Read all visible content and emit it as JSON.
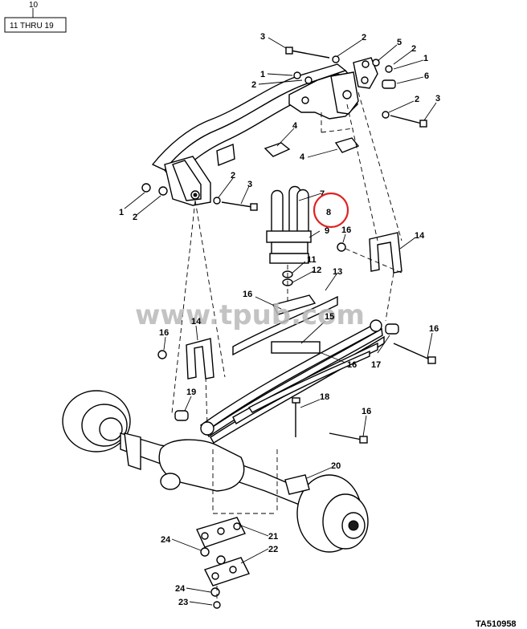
{
  "header": {
    "ref_number": "10",
    "ref_range": "11 THRU 19"
  },
  "figure_id": "TA510958",
  "watermark": "www.tpub.com",
  "highlight": {
    "callout": "8",
    "color": "#e02020"
  },
  "callouts": {
    "c3_top": "3",
    "c2_top_a": "2",
    "c5": "5",
    "c2_top_b": "2",
    "c1_top_r": "1",
    "c1_top_l": "1",
    "c6": "6",
    "c2_top_l": "2",
    "c2_mid_r": "2",
    "c3_mid_r": "3",
    "c4_a": "4",
    "c4_b": "4",
    "c2_left": "2",
    "c3_left": "3",
    "c1_left": "1",
    "c2_left_b": "2",
    "c7": "7",
    "c8": "8",
    "c9": "9",
    "c16_a": "16",
    "c14_r": "14",
    "c11": "11",
    "c12": "12",
    "c13": "13",
    "c16_b": "16",
    "c14_l": "14",
    "c15": "15",
    "c16_c": "16",
    "c16_d": "16",
    "c17": "17",
    "c16_e": "16",
    "c19": "19",
    "c18": "18",
    "c16_f": "16",
    "c20": "20",
    "c21": "21",
    "c24_a": "24",
    "c22": "22",
    "c24_b": "24",
    "c23": "23"
  }
}
